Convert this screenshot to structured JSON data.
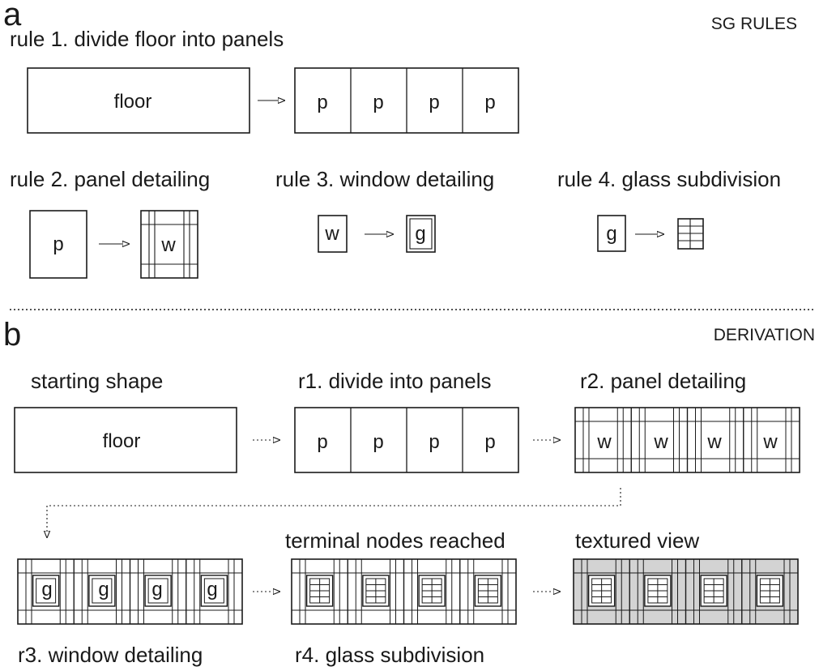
{
  "section_a": {
    "letter": "a",
    "header": "SG RULES",
    "rule1": {
      "title": "rule 1. divide floor into panels",
      "lhs": "floor",
      "rhs": [
        "p",
        "p",
        "p",
        "p"
      ]
    },
    "rule2": {
      "title": "rule 2. panel detailing",
      "lhs": "p",
      "rhs": "w"
    },
    "rule3": {
      "title": "rule 3. window detailing",
      "lhs": "w",
      "rhs": "g"
    },
    "rule4": {
      "title": "rule 4. glass subdivision",
      "lhs": "g"
    }
  },
  "section_b": {
    "letter": "b",
    "header": "DERIVATION",
    "steps": {
      "start": {
        "title": "starting shape",
        "content": "floor"
      },
      "r1": {
        "title": "r1. divide into panels",
        "cells": [
          "p",
          "p",
          "p",
          "p"
        ]
      },
      "r2": {
        "title": "r2. panel detailing",
        "cells": [
          "w",
          "w",
          "w",
          "w"
        ]
      },
      "r3": {
        "title": "r3. window detailing",
        "cells": [
          "g",
          "g",
          "g",
          "g"
        ]
      },
      "r4": {
        "title": "r4. glass subdivision"
      },
      "terminal": {
        "title": "terminal nodes reached"
      },
      "textured": {
        "title": "textured view"
      }
    }
  },
  "colors": {
    "line": "#1a1a1a",
    "texture": "#d3d3d3",
    "background": "#ffffff"
  }
}
